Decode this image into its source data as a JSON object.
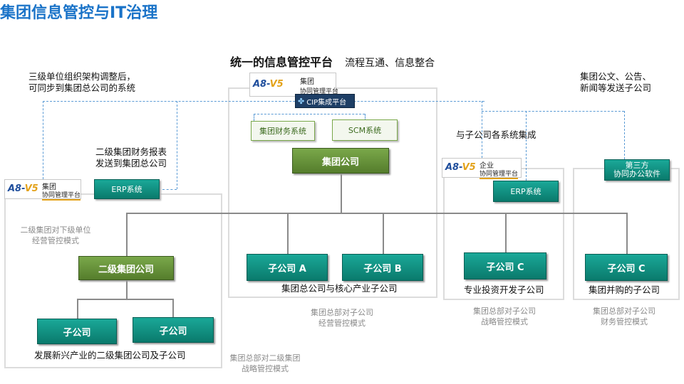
{
  "title": "集团信息管控与IT治理",
  "platform": {
    "heading": "统一的信息管控平台",
    "subheading": "流程互通、信息整合"
  },
  "logo_mark": {
    "a": "A8-",
    "v": "V5"
  },
  "logos": {
    "top": {
      "line1": "集团",
      "line2": "协同管理平台"
    },
    "left": {
      "line1": "集团",
      "line2": "协同管理平台"
    },
    "right": {
      "line1": "企业",
      "line2": "协同管理平台"
    }
  },
  "cip": "CIP集成平台",
  "boxes": {
    "finance_sys": "集团财务系统",
    "scm_sys": "SCM系统",
    "group_company": "集团公司",
    "erp_left": "ERP系统",
    "erp_right": "ERP系统",
    "third_party": [
      "第三方",
      "协同办公软件"
    ],
    "second_group": "二级集团公司",
    "sub_left_1": "子公司",
    "sub_left_2": "子公司",
    "sub_a": "子公司 A",
    "sub_b": "子公司 B",
    "sub_c1": "子公司 C",
    "sub_c2": "子公司 C"
  },
  "notes": {
    "top_left": [
      "三级单位组织架构调整后，",
      "可同步到集团总公司的系统"
    ],
    "top_right": [
      "集团公文、公告、",
      "新闻等发送子公司"
    ],
    "integration": "与子公司各系统集成",
    "finance_report": [
      "二级集团财务报表",
      "发送到集团总公司"
    ]
  },
  "captions": {
    "core": "集团总公司与核心产业子公司",
    "invest": "专业投资开发子公司",
    "merged": "集团并购的子公司",
    "emerging": "发展新兴产业的二级集团公司及子公司"
  },
  "modes": {
    "second_lower": [
      "二级集团对下级单位",
      "经营管控模式"
    ],
    "core_mode": [
      "集团总部对子公司",
      "经营管控模式"
    ],
    "strategy_mode": [
      "集团总部对子公司",
      "战略管控模式"
    ],
    "finance_mode": [
      "集团总部对子公司",
      "财务管控模式"
    ],
    "second_strategy": [
      "集团总部对二级集团",
      "战略管控模式"
    ]
  },
  "colors": {
    "title": "#1a73c8",
    "teal": "#0a7a6c",
    "green": "#557d2c",
    "dash": "#5b9bd5"
  }
}
